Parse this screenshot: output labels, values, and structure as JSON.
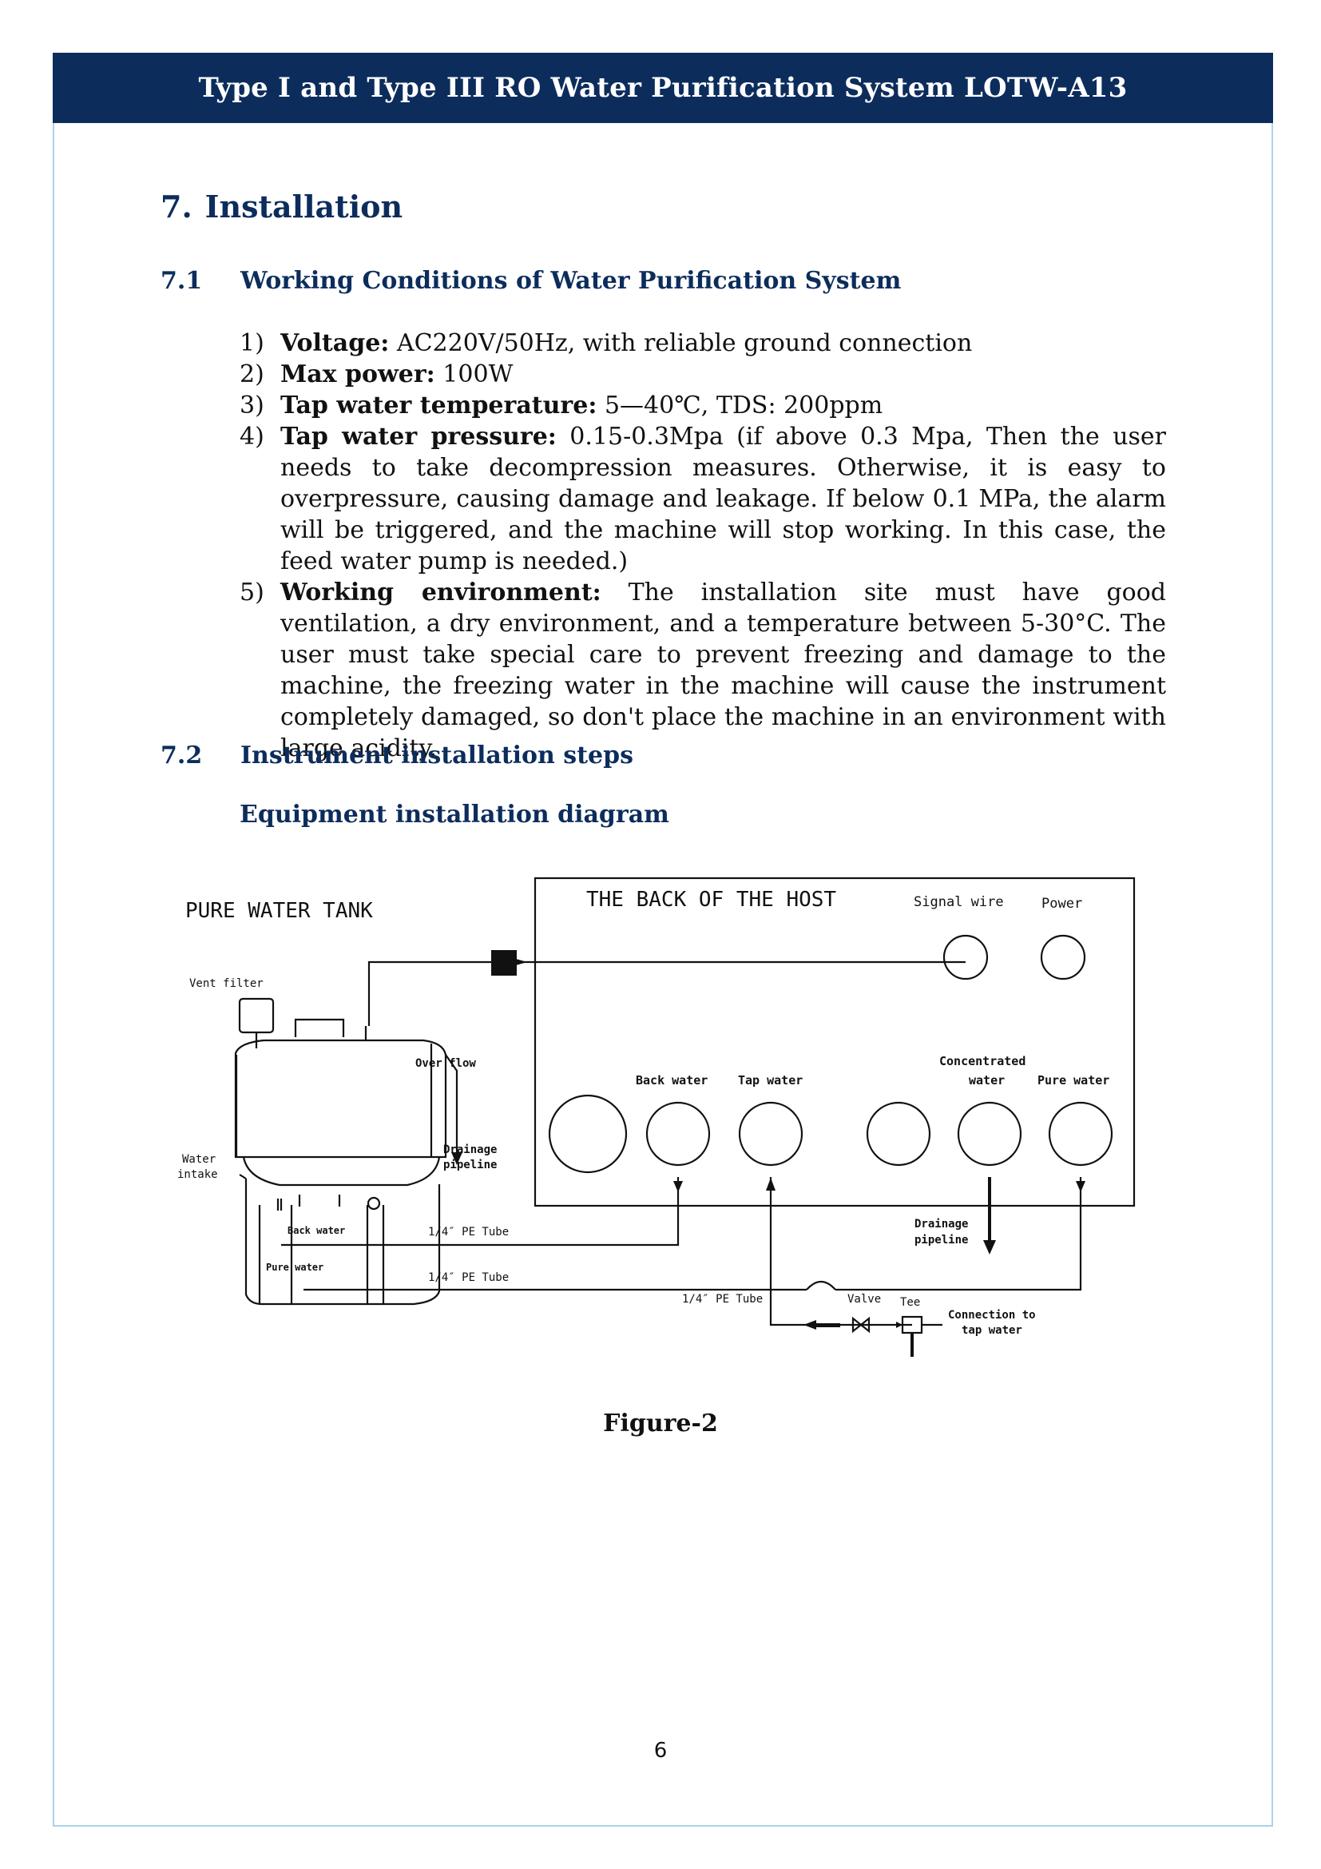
{
  "header": {
    "title": "Type I and Type III RO Water Purification System LOTW-A13"
  },
  "section": {
    "number": "7.",
    "title": "Installation"
  },
  "sub1": {
    "number": "7.1",
    "title": "Working Conditions of Water Purification System"
  },
  "conditions": [
    {
      "marker": "1)",
      "label": "Voltage:",
      "text": " AC220V/50Hz, with reliable ground connection"
    },
    {
      "marker": "2)",
      "label": "Max power:",
      "text": " 100W"
    },
    {
      "marker": "3)",
      "label": "Tap water temperature:",
      "text": " 5—40℃, TDS: 200ppm"
    },
    {
      "marker": "4)",
      "label": "Tap water pressure:",
      "text": " 0.15-0.3Mpa (if above 0.3 Mpa, Then the user needs to take decompression measures. Otherwise, it is easy to overpressure, causing damage and leakage. If below 0.1 MPa, the alarm will be triggered, and the machine will stop working. In this case, the feed water pump is needed.)"
    },
    {
      "marker": "5)",
      "label": "Working environment:",
      "text": " The installation site must have good ventilation, a dry environment, and a temperature between 5-30°C. The user must take special care to prevent freezing and damage to the machine, the freezing water in the machine will cause the instrument completely damaged, so don't place the machine in an environment with large acidity."
    }
  ],
  "sub2": {
    "number": "7.2",
    "title": "Instrument installation steps"
  },
  "diagram_caption": "Equipment installation diagram",
  "diagram": {
    "tank_title": "PURE WATER TANK",
    "host_title": "THE BACK OF THE HOST",
    "signal_wire": "Signal wire",
    "power": "Power",
    "vent_filter": "Vent filter",
    "over_flow": "Over flow",
    "drainage_tank": [
      "Drainage",
      "pipeline"
    ],
    "water_intake": [
      "Water",
      "intake"
    ],
    "back_water_tank": "Back water",
    "pure_water_tank": "Pure water",
    "back_water_port": "Back water",
    "tap_water_port": "Tap water",
    "concentrated_water": [
      "Concentrated",
      "water"
    ],
    "pure_water_port": "Pure water",
    "pe_tube_1": "1/4″ PE Tube",
    "pe_tube_2": "1/4″ PE Tube",
    "pe_tube_3": "1/4″ PE Tube",
    "drainage_host": [
      "Drainage",
      "pipeline"
    ],
    "valve": "Valve",
    "tee": "Tee",
    "connection": [
      "Connection to",
      "tap water"
    ]
  },
  "figure_caption": "Figure-2",
  "page_number": "6"
}
